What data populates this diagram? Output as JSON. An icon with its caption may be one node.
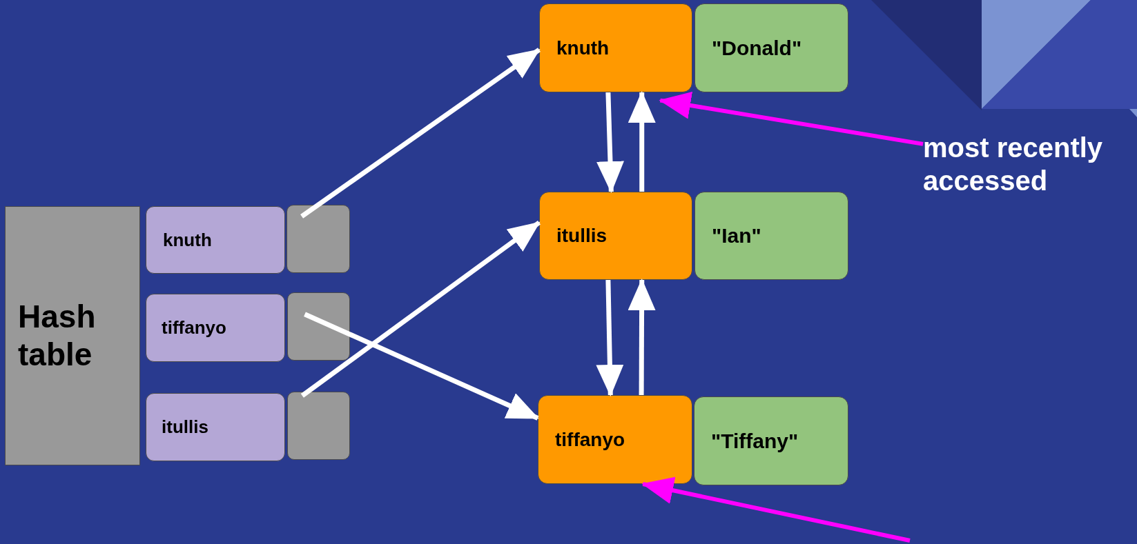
{
  "diagram": {
    "nodes": [
      {
        "text": [
          "Hash table"
        ]
      },
      {
        "text": [
          "knuth"
        ]
      },
      {
        "text": [],
        "shape": "box"
      },
      {
        "text": [
          "tiffanyo"
        ]
      },
      {
        "text": [],
        "shape": "box"
      },
      {
        "text": [
          "itullis"
        ]
      },
      {
        "text": [],
        "shape": "box"
      },
      {
        "text": [
          "knuth"
        ]
      },
      {
        "text": [
          "\"Donald\""
        ]
      },
      {
        "text": [
          "itullis"
        ]
      },
      {
        "text": [
          "\"Ian\""
        ]
      },
      {
        "text": [
          "tiffanyo"
        ]
      },
      {
        "text": [
          "\"Tiffany\""
        ]
      },
      {
        "text": [
          "most recently accessed"
        ]
      }
    ],
    "edges": [
      {
        "from": 2,
        "to": 7,
        "arrow": "to"
      },
      {
        "from": 4,
        "to": 11,
        "arrow": "to"
      },
      {
        "from": 6,
        "to": 9,
        "arrow": "to"
      },
      {
        "from": 7,
        "to": 9,
        "arrow": "to"
      },
      {
        "from": 9,
        "to": 7,
        "arrow": "to"
      },
      {
        "from": 9,
        "to": 11,
        "arrow": "to"
      },
      {
        "from": 11,
        "to": 9,
        "arrow": "to"
      },
      {
        "from": 13,
        "to": 7,
        "arrow": "to",
        "color": "#ff00ff"
      },
      {
        "from": null,
        "to": 11,
        "arrow": "to",
        "color": "#ff00ff"
      }
    ]
  }
}
